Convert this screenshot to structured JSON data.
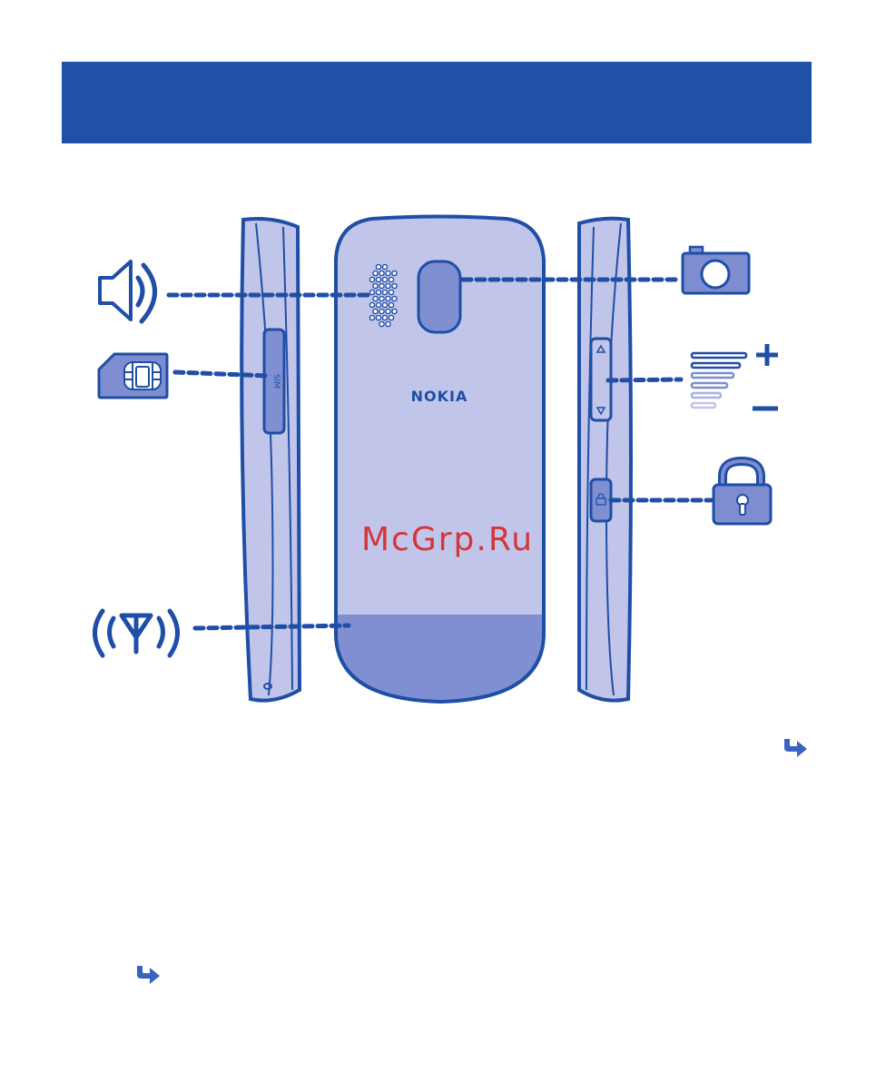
{
  "header": {
    "title": ""
  },
  "colors": {
    "banner": "#1f52a7",
    "outline": "#1f4ea6",
    "body_fill": "#c2c5ea",
    "panel_fill": "#7f8fd2",
    "icon_fill": "#7d8dd0"
  },
  "phone": {
    "brand": "NOKIA",
    "sim_slot_label": "SIM"
  },
  "callouts": [
    {
      "icon": "speaker-icon"
    },
    {
      "icon": "sim-card-icon"
    },
    {
      "icon": "antenna-icon"
    },
    {
      "icon": "camera-icon"
    },
    {
      "icon": "volume-icon"
    },
    {
      "icon": "lock-icon"
    }
  ],
  "watermark": "McGrp.Ru",
  "nav": {
    "continue_icon": "arrow-right-icon"
  }
}
